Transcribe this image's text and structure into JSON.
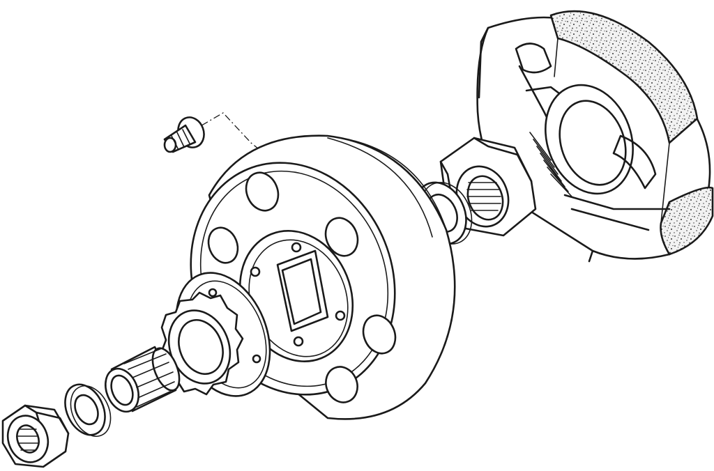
{
  "colors": {
    "line": "#1a1a1a",
    "paper": "#ffffff",
    "lining_fill": "#e8e8e8"
  },
  "parts": [
    {
      "id": "screw",
      "icon": "screw-icon"
    },
    {
      "id": "clutch-bell",
      "icon": "drum-icon"
    },
    {
      "id": "sprocket",
      "icon": "sprocket-icon"
    },
    {
      "id": "needle-bearing",
      "icon": "bearing-icon"
    },
    {
      "id": "washer-small",
      "icon": "washer-icon"
    },
    {
      "id": "nut-small",
      "icon": "nut-icon"
    },
    {
      "id": "washer-large",
      "icon": "washer-icon"
    },
    {
      "id": "nut-large",
      "icon": "nut-icon"
    },
    {
      "id": "clutch-shoe-assembly",
      "icon": "clutch-shoe-icon"
    }
  ]
}
